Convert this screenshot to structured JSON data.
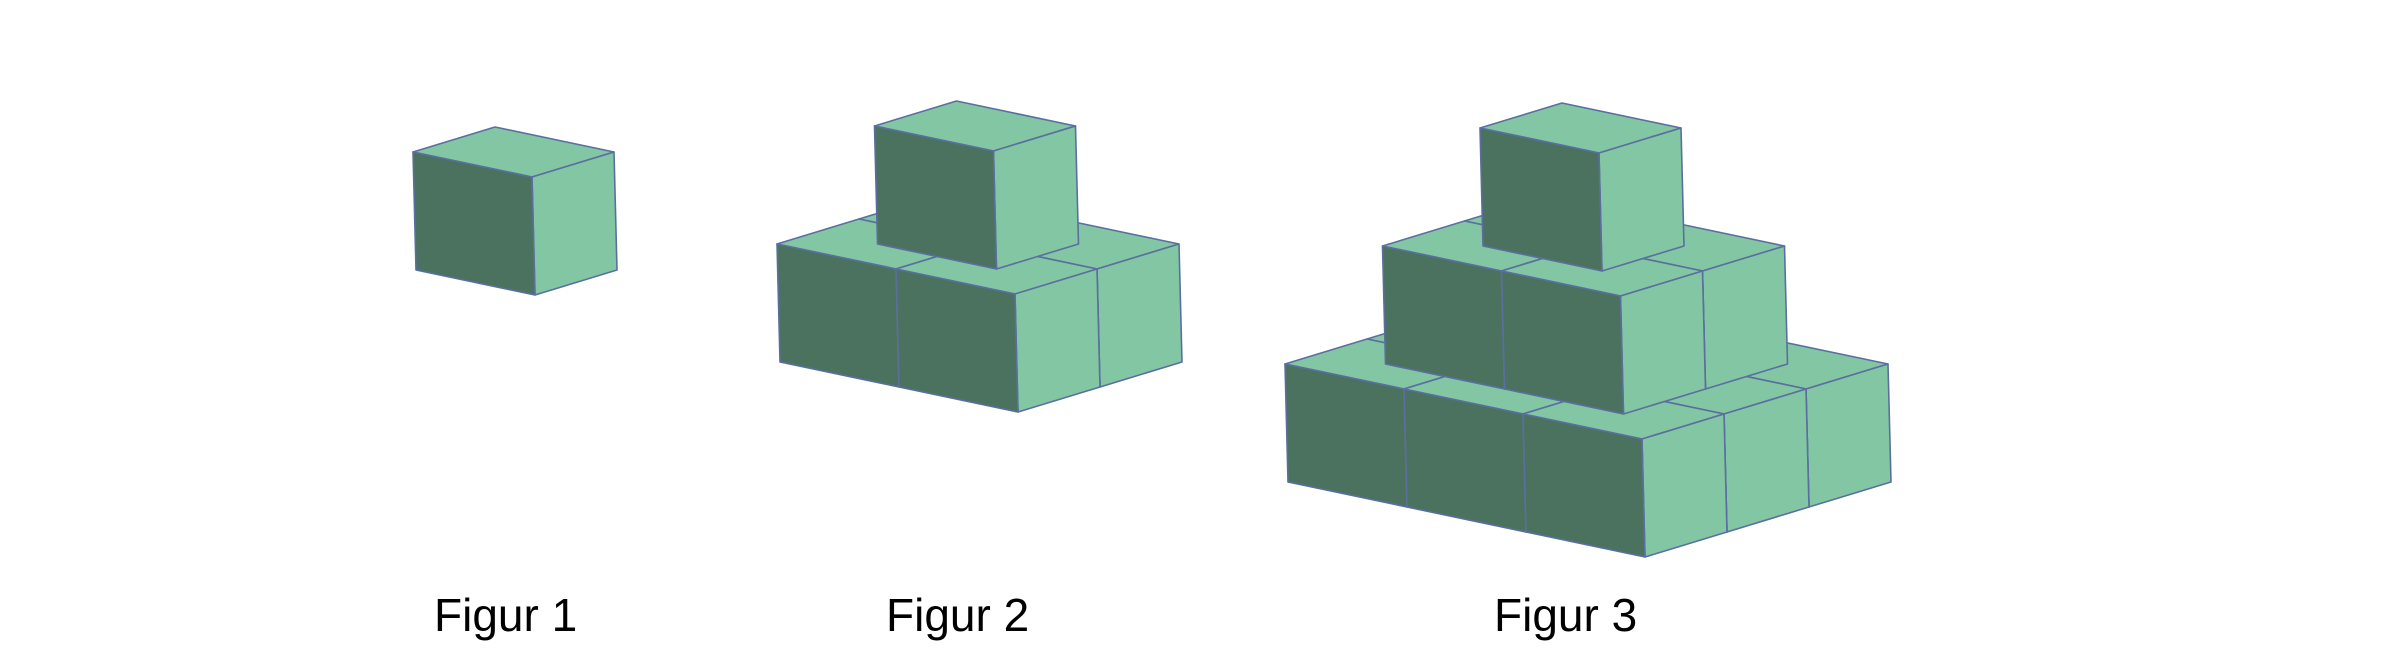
{
  "figures": [
    {
      "label": "Figur 1",
      "layers": 1,
      "cube_count": 1
    },
    {
      "label": "Figur 2",
      "layers": 2,
      "cube_count": 5
    },
    {
      "label": "Figur 3",
      "layers": 3,
      "cube_count": 14
    }
  ],
  "colors": {
    "top_face": "#82c6a3",
    "front_face": "#4b725f",
    "side_face": "#82c6a3",
    "edge": "#5a6fa0",
    "background": "#ffffff"
  }
}
